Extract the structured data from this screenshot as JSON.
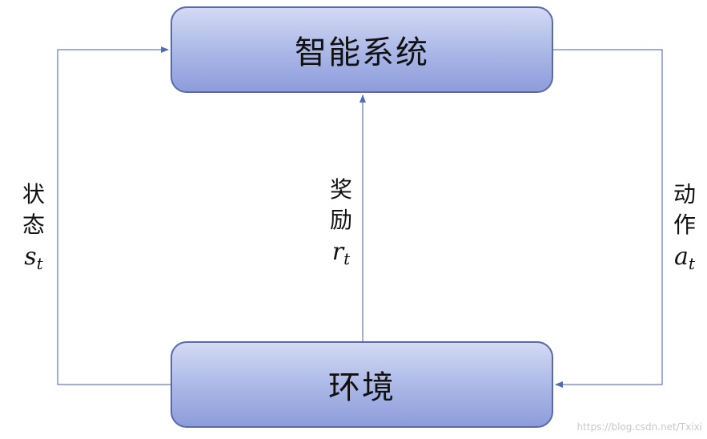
{
  "nodes": {
    "agent": "智能系统",
    "environment": "环境"
  },
  "edges": {
    "state": {
      "label_line1": "状",
      "label_line2": "态",
      "symbol": "s",
      "subscript": "t"
    },
    "reward": {
      "label_line1": "奖",
      "label_line2": "励",
      "symbol": "r",
      "subscript": "t"
    },
    "action": {
      "label_line1": "动",
      "label_line2": "作",
      "symbol": "a",
      "subscript": "t"
    }
  },
  "watermark": "https://blog.csdn.net/Txixi",
  "colors": {
    "box_border": "#5a6aa8",
    "box_fill_top": "#d4daf4",
    "box_fill_bottom": "#8d9ddb",
    "connector": "#7e93c8",
    "arrowhead": "#4f6cb8"
  }
}
